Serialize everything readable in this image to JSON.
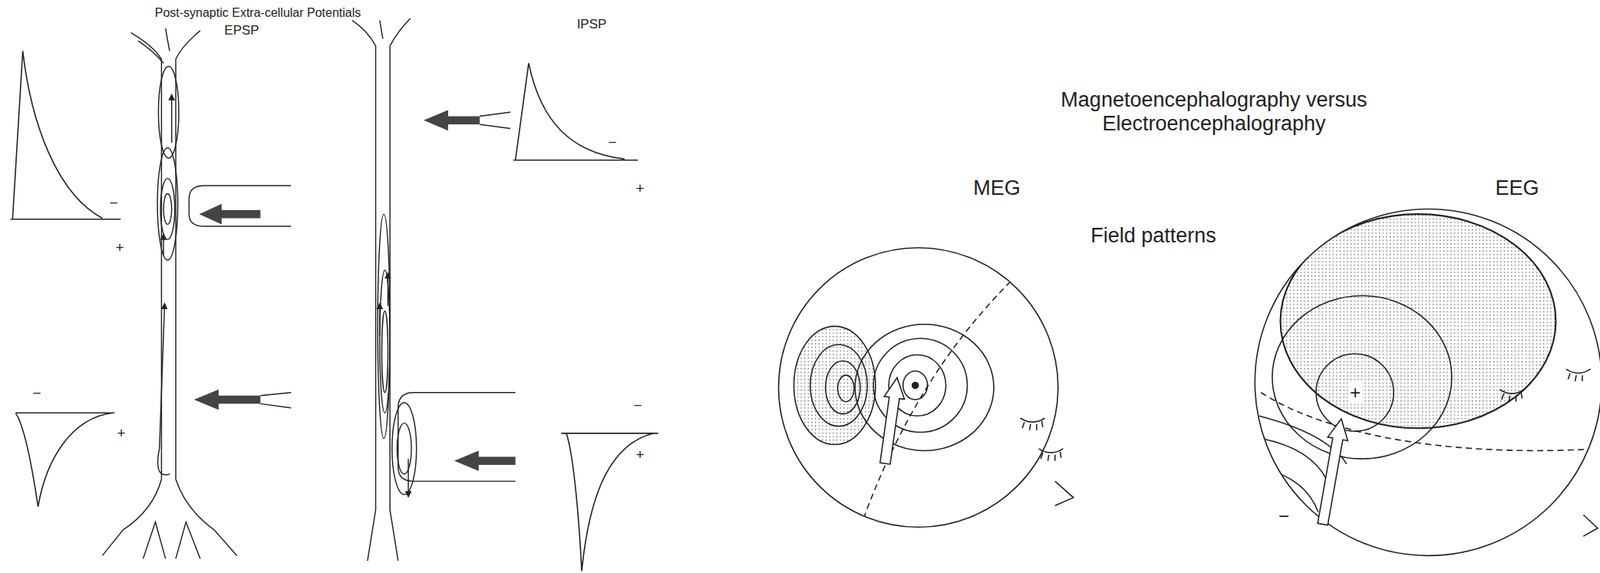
{
  "diagram": {
    "labels": [
      "Post-synaptic Extra-cellular Potentials",
      "EPSP",
      "−",
      "+",
      "−",
      "+",
      "IPSP",
      "−",
      "+",
      "−",
      "+",
      "Magnetoencephalography versus Electroencephalography",
      "MEG",
      "Field patterns",
      "EEG",
      "+",
      "−"
    ]
  }
}
